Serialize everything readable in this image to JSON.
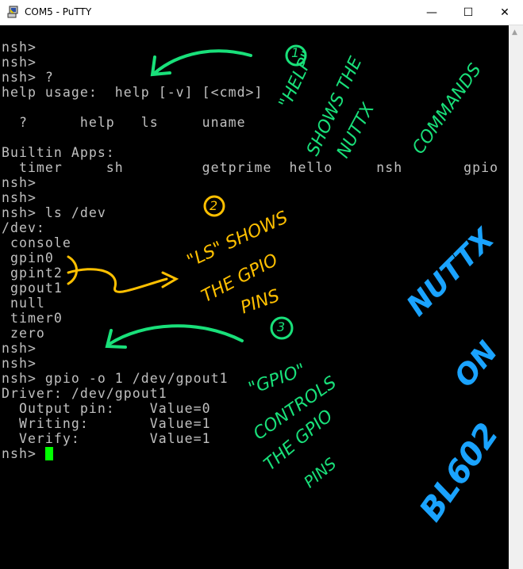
{
  "window": {
    "title": "COM5 - PuTTY",
    "minimize": "—",
    "maximize": "☐",
    "close": "✕"
  },
  "terminal": {
    "lines": [
      "nsh>",
      "nsh>",
      "nsh> ?",
      "help usage:  help [-v] [<cmd>]",
      "",
      "  ?      help   ls     uname",
      "",
      "Builtin Apps:",
      "  timer     sh         getprime  hello     nsh       gpio",
      "nsh>",
      "nsh>",
      "nsh> ls /dev",
      "/dev:",
      " console",
      " gpin0",
      " gpint2",
      " gpout1",
      " null",
      " timer0",
      " zero",
      "nsh>",
      "nsh>",
      "nsh> gpio -o 1 /dev/gpout1",
      "Driver: /dev/gpout1",
      "  Output pin:    Value=0",
      "  Writing:       Value=1",
      "  Verify:        Value=1"
    ],
    "prompt": "nsh> "
  },
  "annotations": {
    "n1": "1",
    "a1_l1": "\"HELP\"",
    "a1_l2": "SHOWS THE",
    "a1_l3": "NUTTX",
    "a1_l4": "COMMANDS",
    "n2": "2",
    "a2_l1": "\"LS\" SHOWS",
    "a2_l2": "THE GPIO",
    "a2_l3": "PINS",
    "n3": "3",
    "a3_l1": "\"GPIO\"",
    "a3_l2": "CONTROLS",
    "a3_l3": "THE GPIO",
    "a3_l4": "PINS",
    "b1": "NUTTX",
    "b2": "ON",
    "b3": "BL602"
  },
  "colors": {
    "green": "#19e07a",
    "yellow": "#ffc000",
    "blue": "#1aa3ff",
    "text": "#c0c0c0",
    "cursor": "#00ff00"
  }
}
